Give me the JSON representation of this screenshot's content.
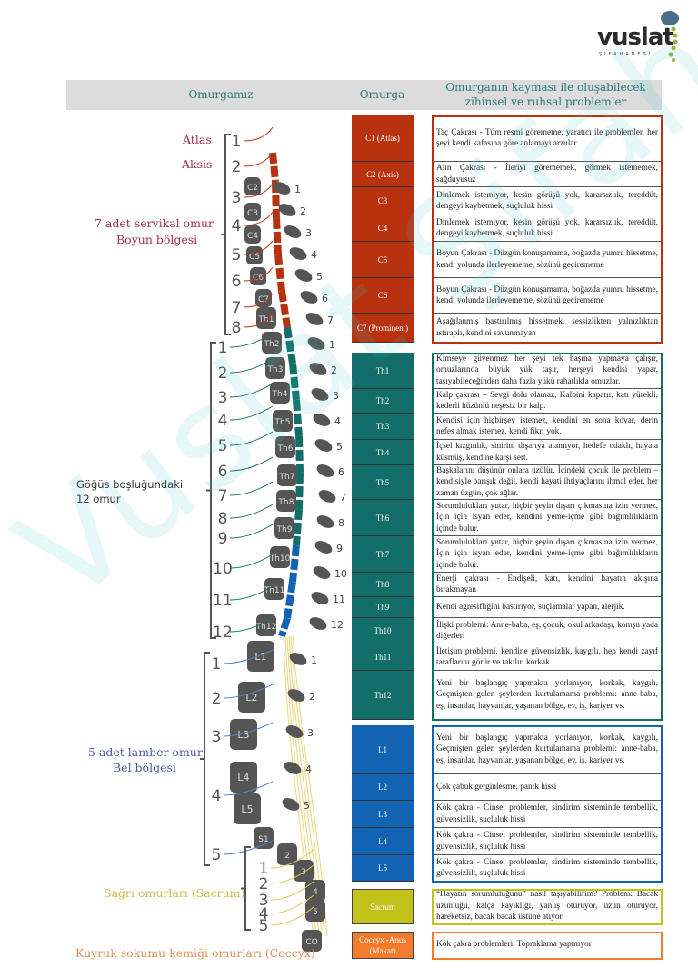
{
  "logo": {
    "word": "vuslat",
    "sub": "ŞİFAHANESİ"
  },
  "watermark": "Vuslat Şifahanesi",
  "header": {
    "col1": "Omurgamız",
    "col2": "Omurga",
    "col3_line1": "Omurganın kayması ile oluşabilecek",
    "col3_line2": "zihinsel ve ruhsal problemler"
  },
  "colors": {
    "cervical": "#b8320f",
    "thoracic": "#136e69",
    "lumbar": "#1264b3",
    "sacrum": "#c4c11b",
    "coccyx": "#f47b2c"
  },
  "diagram": {
    "labels": {
      "atlas": "Atlas",
      "aksis": "Aksis",
      "cervical_1": "7 adet servikal omur",
      "cervical_2": "Boyun bölgesi",
      "thoracic_1": "Göğüs boşluğundaki",
      "thoracic_2": "12 omur",
      "lumbar_1": "5 adet lamber omur",
      "lumbar_2": "Bel bölgesi",
      "sacrum": "Sağrı omurları (Sacrum)",
      "coccyx": "Kuyruk sokumu kemiği omurları (Coccyx)"
    },
    "bodies": [
      "C2",
      "C3",
      "C4",
      "C5",
      "C6",
      "C7",
      "Th1",
      "Th2",
      "Th3",
      "Th4",
      "Th5",
      "Th6",
      "Th7",
      "Th8",
      "Th9",
      "Th10",
      "Th11",
      "Th12",
      "L1",
      "L2",
      "L3",
      "L4",
      "L5",
      "S1",
      "2",
      "3",
      "4",
      "5",
      "CO"
    ],
    "nerve_numbers": {
      "cervical": [
        "1",
        "2",
        "3",
        "4",
        "5",
        "6",
        "7",
        "8"
      ],
      "thoracic": [
        "1",
        "2",
        "3",
        "4",
        "5",
        "6",
        "7",
        "8",
        "9",
        "10",
        "11",
        "12"
      ],
      "lumbar": [
        "1",
        "2",
        "3",
        "4",
        "5"
      ],
      "sacral": [
        "1",
        "2",
        "3",
        "4",
        "5"
      ]
    },
    "process_numbers": [
      "1",
      "2",
      "3",
      "4",
      "5",
      "6",
      "7",
      "1",
      "2",
      "3",
      "4",
      "5",
      "6",
      "7",
      "8",
      "9",
      "10",
      "11",
      "12",
      "1",
      "2",
      "3",
      "4",
      "5"
    ]
  },
  "rows": [
    {
      "group": "cervical",
      "vertebra": "C1 (Atlas)",
      "text": "Taç Çakrası - Tüm resmi görememe, yaratıcı ile problemler, her şeyi kendi kafasına göre anlamayı arzular."
    },
    {
      "group": "cervical",
      "vertebra": "C2 (Axis)",
      "text": "Alın Çakrası - İleriyi görememek, görmek istememek, sağduyusuz"
    },
    {
      "group": "cervical",
      "vertebra": "C3",
      "text": "Dinlemek istemiyor, kesin görüşü yok, kararsızlık, tereddüt, dengeyi kaybetmek, suçluluk hissi"
    },
    {
      "group": "cervical",
      "vertebra": "C4",
      "text": "Dinlemek istemiyor, kesin görüşü yok, kararsızlık, tereddüt, dengeyi kaybetmek, suçluluk hissi"
    },
    {
      "group": "cervical",
      "vertebra": "C5",
      "text": "Boyun Çakrası - Düzgün konuşamama, boğazda yumru hissetme, kendi yolunda ilerleyememe, sözünü geçirememe"
    },
    {
      "group": "cervical",
      "vertebra": "C6",
      "text": "Boyun Çakrası - Düzgün konuşamama, boğazda yumru hissetme, kendi yolunda ilerleyememe, sözünü geçirememe"
    },
    {
      "group": "cervical",
      "vertebra": "C7 (Prominent)",
      "text": "Aşağılanmış bastırılmış hissetmek, sessizlikten yalnızlıktan ıstıraplı, kendini savunmayan"
    },
    {
      "group": "thoracic",
      "vertebra": "Th1",
      "text": "Kimseye güvenmez her şeyi tek başına yapmaya çalışır, omuzlarında büyük yük taşır, herşeyi kendisi yapar, taşıyabileceğinden daha fazla yükü rahatlıkla omuzlar."
    },
    {
      "group": "thoracic",
      "vertebra": "Th2",
      "text": "Kalp çakrası – Sevgi dolu olamaz, Kalbini kapatır, katı yürekli, kederli hüzünlü neşesiz bir kalp."
    },
    {
      "group": "thoracic",
      "vertebra": "Th3",
      "text": "Kendisi için hiçbirşey istemez, kendini en sona koyar, derin nefes almak istemez, kendi fikri yok."
    },
    {
      "group": "thoracic",
      "vertebra": "Th4",
      "text": "İçsel kızgınlık, sinirini dışarıya atamıyor, hedefe odaklı, hayata küsmüş, kendine karşı sert."
    },
    {
      "group": "thoracic",
      "vertebra": "Th5",
      "text": "Başkalarını düşünür onlara üzülür. İçindeki çocuk ile problem – kendisiyle barışık değil, kendi hayati ihtiyaçlarını ihmal eder, her zaman üzgün, çok ağlar."
    },
    {
      "group": "thoracic",
      "vertebra": "Th6",
      "text": "Sorumlulukları yutar, hiçbir şeyin dışarı çıkmasına izin vermez, İçin için isyan eder, kendini yeme-içme gibi bağımlılıkların içinde bulur."
    },
    {
      "group": "thoracic",
      "vertebra": "Th7",
      "text": "Sorumlulukları yutar, hiçbir şeyin dışarı çıkmasına izin vermez, İçin için isyan eder, kendini yeme-içme gibi bağımlılıkların içinde bulur."
    },
    {
      "group": "thoracic",
      "vertebra": "Th8",
      "text": "Enerji çakrası - Endişeli, katı, kendini hayatın akışına bırakmayan"
    },
    {
      "group": "thoracic",
      "vertebra": "Th9",
      "text": "Kendi agresifliğini bastırıyor, suçlamalar yapan, alerjik."
    },
    {
      "group": "thoracic",
      "vertebra": "Th10",
      "text": "İlişki problemi: Anne-baba, eş, çocuk, okul arkadaşı, komşu yada diğerleri"
    },
    {
      "group": "thoracic",
      "vertebra": "Th11",
      "text": "İletişim problemi, kendine güvensizlik, kaygılı, hep kendi zayıf taraflarını görür ve takılır, korkak"
    },
    {
      "group": "thoracic",
      "vertebra": "Th12",
      "text": "Yeni bir başlangıç yapmakta yorlanıyor, korkak, kaygılı, Geçmişten gelen şeylerden kurtulamama problemi: anne-baba, eş, insanlar, hayvanlar, yaşanan bölge, ev, iş, kariyer vs."
    },
    {
      "group": "lumbar",
      "vertebra": "L1",
      "text": "Yeni bir başlangıç yapmakta yorlanıyor, korkak, kaygılı, Geçmişten gelen şeylerden kurtulamama problemi: anne-baba, eş, insanlar, hayvanlar, yaşanan bölge, ev, iş, kariyer vs."
    },
    {
      "group": "lumbar",
      "vertebra": "L2",
      "text": "Çok çabuk gerginleşme, panik hissi"
    },
    {
      "group": "lumbar",
      "vertebra": "L3",
      "text": "Kök çakra - Cinsel problemler, sindirim sisteminde tembellik, güvensizlik, suçluluk hissi"
    },
    {
      "group": "lumbar",
      "vertebra": "L4",
      "text": "Kök çakra - Cinsel problemler, sindirim sisteminde tembellik, güvensizlik, suçluluk hissi"
    },
    {
      "group": "lumbar",
      "vertebra": "L5",
      "text": "Kök çakra - Cinsel problemler, sindirim sisteminde tembellik, güvensizlik, suçluluk hissi"
    },
    {
      "group": "sacrum",
      "vertebra": "Sacrum",
      "text": "“Hayatın sorumluluğunu” nasıl taşıyabilirim? Problem: Bacak uzunluğu, kalça kayıklığı, yanlış oturuyor, uzun oturuyor, hareketsiz, bacak bacak üstüne atıyor"
    },
    {
      "group": "coccyx",
      "vertebra": "Coccyx -Anus (Makat)",
      "text": "Kök çakra problemleri. Topraklama yapmıyor"
    }
  ]
}
